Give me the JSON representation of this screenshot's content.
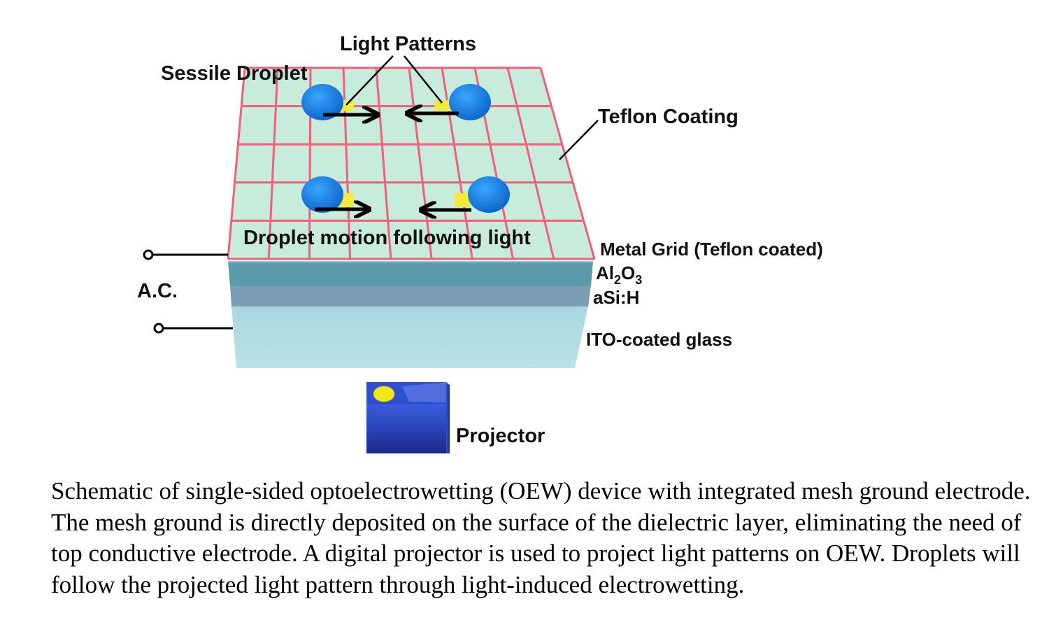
{
  "colors": {
    "grid_line": "#f0607a",
    "grid_fill": "#c8ecdb",
    "droplet": "#1f86e0",
    "light_spot": "#f2ea3c",
    "al2o3_layer": "#5b9bab",
    "asih_layer": "#7d9db4",
    "ito_glass": "#b0dde1",
    "projector": "#2b47c8",
    "projector_lens": "#f2e61e"
  },
  "labels": {
    "light_patterns": "Light Patterns",
    "sessile_droplet": "Sessile Droplet",
    "teflon_coating": "Teflon Coating",
    "droplet_motion": "Droplet motion following light",
    "metal_grid": "Metal Grid (Teflon coated)",
    "al2o3_main": "Al",
    "al2o3_sub1": "2",
    "al2o3_mid": "O",
    "al2o3_sub2": "3",
    "asih": "aSi:H",
    "ito": "ITO-coated glass",
    "ac": "A.C.",
    "projector": "Projector"
  },
  "caption": "Schematic of single-sided optoelectrowetting (OEW) device with integrated mesh ground electrode. The mesh ground is directly deposited on the surface of the dielectric layer, eliminating the need of top conductive electrode. A digital projector is used to project light patterns on OEW. Droplets will follow the projected light pattern through light-induced electrowetting."
}
